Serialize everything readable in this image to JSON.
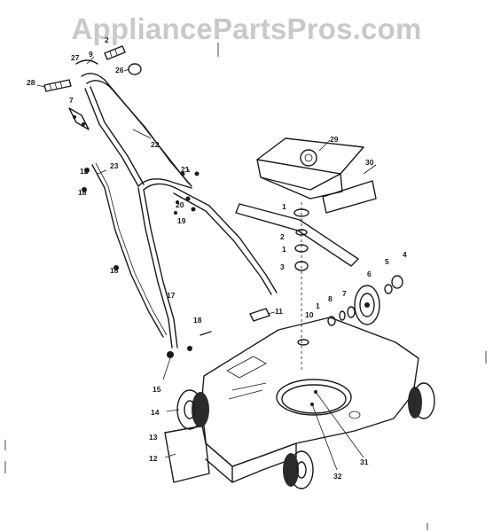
{
  "watermark": "AppliancePartsPros.com",
  "callouts": [
    {
      "id": "label-1",
      "text": "1"
    },
    {
      "id": "label-2",
      "text": "2"
    },
    {
      "id": "label-3",
      "text": "3"
    },
    {
      "id": "label-4",
      "text": "4"
    },
    {
      "id": "label-5",
      "text": "5"
    },
    {
      "id": "label-6",
      "text": "6"
    },
    {
      "id": "label-7",
      "text": "7"
    },
    {
      "id": "label-8",
      "text": "8"
    },
    {
      "id": "label-9",
      "text": "9"
    },
    {
      "id": "label-10",
      "text": "10"
    },
    {
      "id": "label-11",
      "text": "11"
    },
    {
      "id": "label-12",
      "text": "12"
    },
    {
      "id": "label-13",
      "text": "13"
    },
    {
      "id": "label-14",
      "text": "14"
    },
    {
      "id": "label-15",
      "text": "15"
    },
    {
      "id": "label-17",
      "text": "17"
    },
    {
      "id": "label-18",
      "text": "18"
    },
    {
      "id": "label-19",
      "text": "19"
    },
    {
      "id": "label-20",
      "text": "20"
    },
    {
      "id": "label-21",
      "text": "21"
    },
    {
      "id": "label-22",
      "text": "22"
    },
    {
      "id": "label-23",
      "text": "23"
    },
    {
      "id": "label-26",
      "text": "26"
    },
    {
      "id": "label-27",
      "text": "27"
    },
    {
      "id": "label-28",
      "text": "28"
    },
    {
      "id": "label-29",
      "text": "29"
    },
    {
      "id": "label-30",
      "text": "30"
    },
    {
      "id": "label-31",
      "text": "31"
    },
    {
      "id": "label-32",
      "text": "32"
    }
  ],
  "labels": {
    "l1a": "1",
    "l1b": "1",
    "l1c": "1",
    "l2a": "2",
    "l2b": "2",
    "l3": "3",
    "l4": "4",
    "l5": "5",
    "l6": "6",
    "l7a": "7",
    "l7b": "7",
    "l8": "8",
    "l9": "9",
    "l10": "10",
    "l11": "11",
    "l12a": "12",
    "l12b": "12",
    "l13": "13",
    "l14": "14",
    "l15": "15",
    "l17": "17",
    "l18a": "18",
    "l18b": "18",
    "l18c": "18",
    "l19": "19",
    "l20": "20",
    "l21": "21",
    "l22": "22",
    "l23": "23",
    "l26": "26",
    "l27": "27",
    "l28": "28",
    "l29": "29",
    "l30": "30",
    "l31": "31",
    "l32": "32"
  }
}
